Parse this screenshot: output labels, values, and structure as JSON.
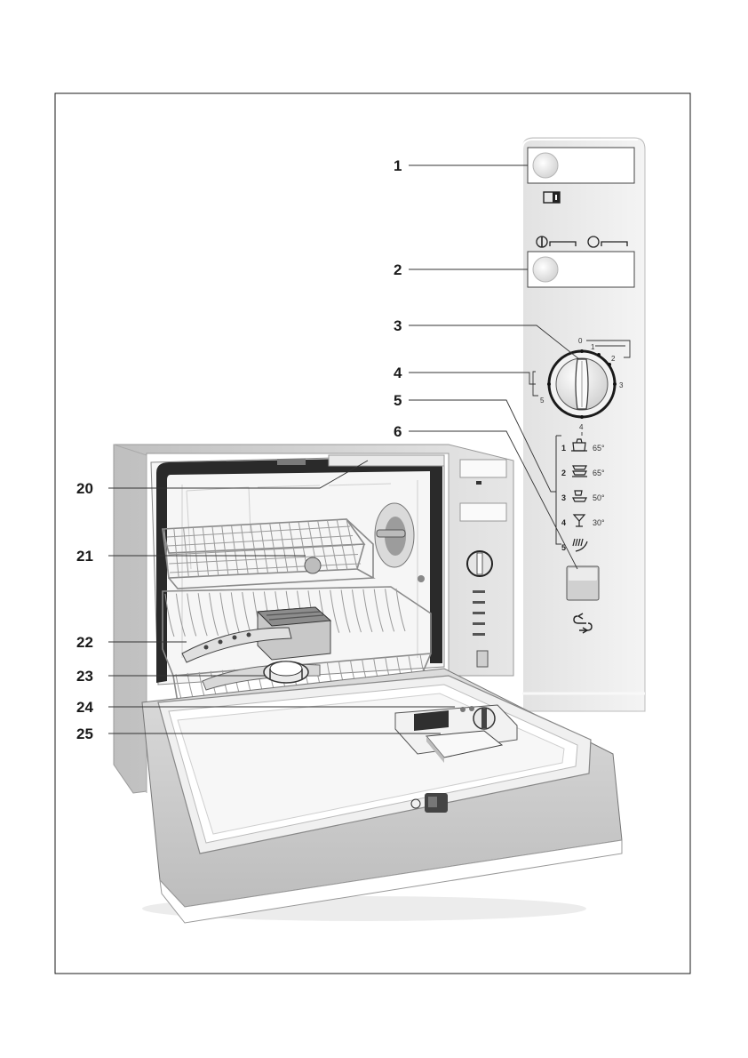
{
  "callouts": {
    "c1": "1",
    "c2": "2",
    "c3": "3",
    "c4": "4",
    "c5": "5",
    "c6": "6",
    "c20": "20",
    "c21": "21",
    "c22": "22",
    "c23": "23",
    "c24": "24",
    "c25": "25"
  },
  "dial": {
    "t0": "0",
    "t1": "1",
    "t2": "2",
    "t3": "3",
    "t4": "4",
    "t5": "5"
  },
  "programs": [
    {
      "num": "1",
      "temp": "65°",
      "icon": "pot-icon"
    },
    {
      "num": "2",
      "temp": "65°",
      "icon": "stacked-dishes-icon"
    },
    {
      "num": "3",
      "temp": "50°",
      "icon": "cup-plate-icon"
    },
    {
      "num": "4",
      "temp": "30°",
      "icon": "wine-glass-icon"
    },
    {
      "num": "5",
      "temp": "",
      "icon": "rinse-spray-icon"
    }
  ],
  "colors": {
    "panel": "#ececec",
    "frame": "#1a1a1a",
    "wire": "#8a8a8a",
    "door": "#e8e8e8"
  }
}
